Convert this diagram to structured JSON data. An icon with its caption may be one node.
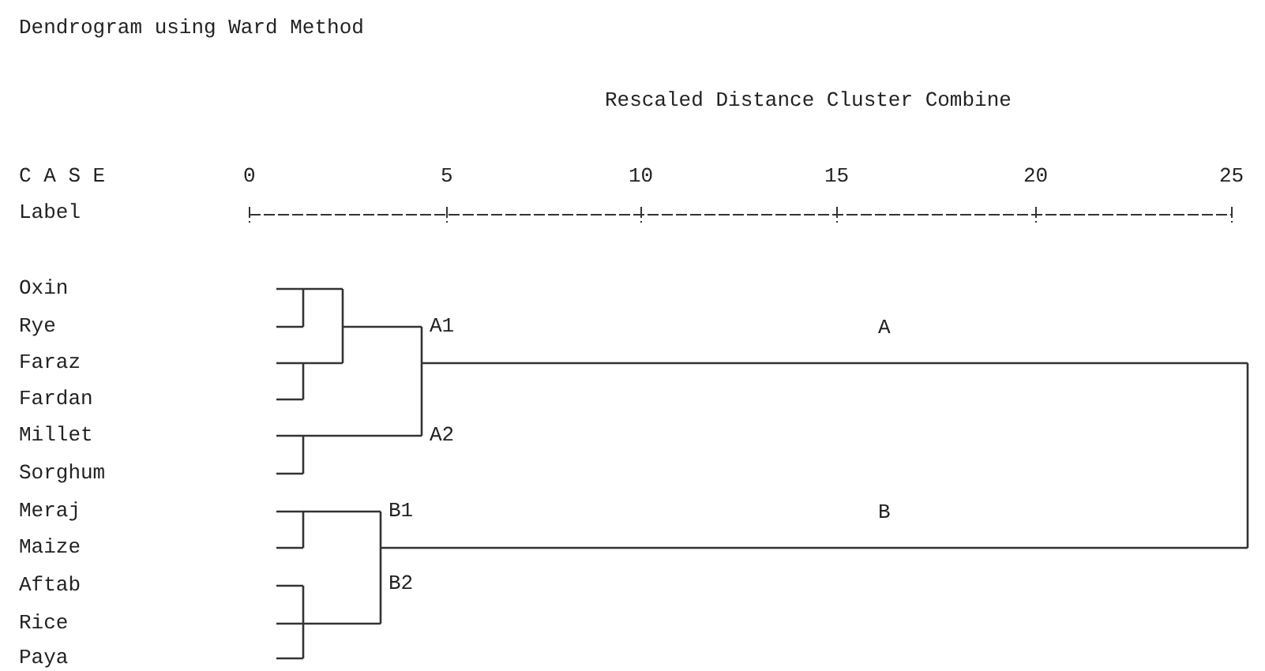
{
  "diagram": {
    "title": "Dendrogram using Ward Method",
    "labels": [
      "Rescaled Distance Cluster Combine",
      "C A S E",
      "0",
      "5",
      "10",
      "15",
      "20",
      "25",
      "Label",
      "Oxin",
      "Rye",
      "A1",
      "A",
      "Faraz",
      "Fardan",
      "Millet",
      "A2",
      "Sorghum",
      "Meraj",
      "B1",
      "B",
      "Maize",
      "Aftab",
      "B2",
      "Rice",
      "Paya"
    ]
  }
}
